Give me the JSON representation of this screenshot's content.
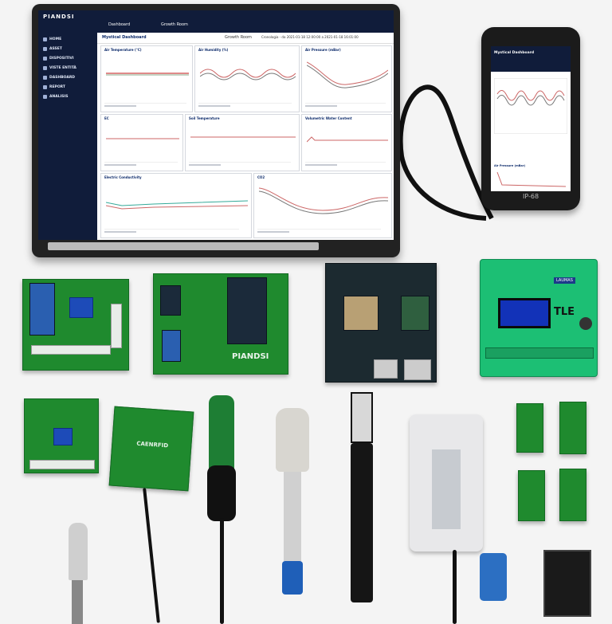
{
  "tablet": {
    "logo": "PIANDSI",
    "sidebar": [
      "HOME",
      "ASSET",
      "DISPOSITIVI",
      "VISTE ENTITÀ",
      "DASHBOARD",
      "REPORT",
      "ANALISIS"
    ],
    "tabs": [
      "Dashboard",
      "Growth Room"
    ],
    "dashboard_title": "Mystical Dashboard",
    "room_label": "Growth Room",
    "time_range": "Cronologia - da 2021-01-18 12:00:00 a 2021-01-18 16:01:00",
    "panels": [
      "Air Temperature (°C)",
      "Air Humidity (%)",
      "Air Pressure (mBar)",
      "EC",
      "Soil Temperature",
      "Volumetric Water Content",
      "Electric Conductivity",
      "CO2"
    ]
  },
  "phone": {
    "title": "Mystical Dashboard",
    "label": "IP-68",
    "panel": "Air Pressure (mBar)"
  },
  "devices": {
    "tle_brand": "LAUMAS",
    "tle_label": "TLE",
    "pcb_brand": "PIANDSI",
    "antenna_brand": "CAENRFID"
  },
  "colors": {
    "dashboard_navy": "#101c3a",
    "pcb_green": "#1f8a2e",
    "tle_green": "#1cbf74"
  }
}
